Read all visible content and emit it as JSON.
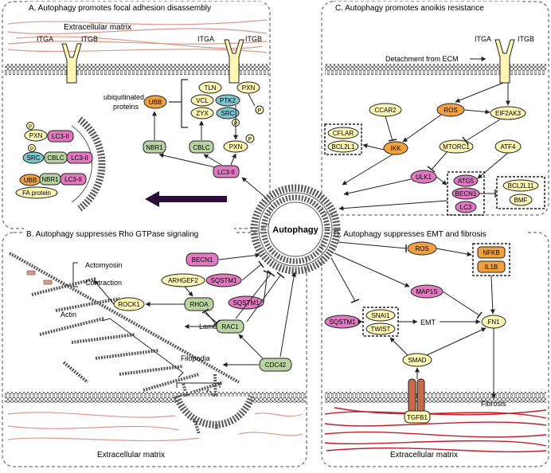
{
  "panels": {
    "a": {
      "title": "A. Autophagy promotes focal adhesion disassembly",
      "ecm": "Extracellular matrix"
    },
    "b": {
      "title": "B. Autophagy suppresses Rho GTPase signaling",
      "ecm": "Extracellular matrix"
    },
    "c": {
      "title": "C. Autophagy promotes anoikis resistance",
      "detachment": "Detachment from ECM"
    },
    "d": {
      "title": "D. Autophagy suppresses EMT and fibrosis",
      "ecm": "Extracellular matrix"
    }
  },
  "center": {
    "label": "Autophagy"
  },
  "integrins": {
    "alpha": "ITGA",
    "beta": "ITGB"
  },
  "panel_a": {
    "ubiquitinated": [
      "ubiquitinated",
      "proteins"
    ],
    "ubb": "UBB",
    "nbr1": "NBR1",
    "cblc": "CBLC",
    "pxn": "PXN",
    "lc3": "LC3-II",
    "tln": "TLN",
    "vcl": "VCL",
    "zyx": "ZYX",
    "ptk2": "PTK2",
    "src": "SRC",
    "p": "P",
    "cargo": {
      "pxn": "PXN",
      "lc3": "LC3-II",
      "src": "SRC",
      "cblc": "CBLC",
      "ubb": "UBB",
      "nbr1": "NBR1",
      "fa": "FA protein"
    }
  },
  "panel_b": {
    "becn1": "BECN1",
    "arhgef2": "ARHGEF2",
    "sqstm1": "SQSTM1",
    "rhoa": "RHOA",
    "rock1": "ROCK1",
    "rac1": "RAC1",
    "cdc42": "CDC42",
    "actomyosin": [
      "Actomyosin",
      "Contraction"
    ],
    "actin": "Actin",
    "lamellipodia": "Lamellipodia",
    "filopodia": "Filopodia"
  },
  "panel_c": {
    "ccar2": "CCAR2",
    "ros": "ROS",
    "eif2ak3": "EIF2AK3",
    "cflar": "CFLAR",
    "bcl2l1": "BCL2L1",
    "ikk": "IKK",
    "mtorc1": "MTORC1",
    "atf4": "ATF4",
    "ulk1": "ULK1",
    "atg5": "ATG5",
    "becn1": "BECN1",
    "lc3": "LC3",
    "bcl2l11": "BCL2L11",
    "bmf": "BMF"
  },
  "panel_d": {
    "ros": "ROS",
    "nfkb": "NFKB",
    "il1b": "IL1B",
    "map1s": "MAP1S",
    "sqstm1": "SQSTM1",
    "snai1": "SNAI1",
    "twist": "TWIST",
    "emt": "EMT",
    "fn1": "FN1",
    "smad": "SMAD",
    "tgfb1": "TGFB1",
    "fibrosis": "Fibrosis"
  },
  "colors": {
    "yellow": "#fdf6b5",
    "green": "#b9d3a3",
    "pink": "#e07ac0",
    "orange": "#f2a13f",
    "blue": "#7fc4cf",
    "fibril": "#d99a8a",
    "fibril_dark": "#c0202a",
    "tgfb": "#c96a4a"
  }
}
